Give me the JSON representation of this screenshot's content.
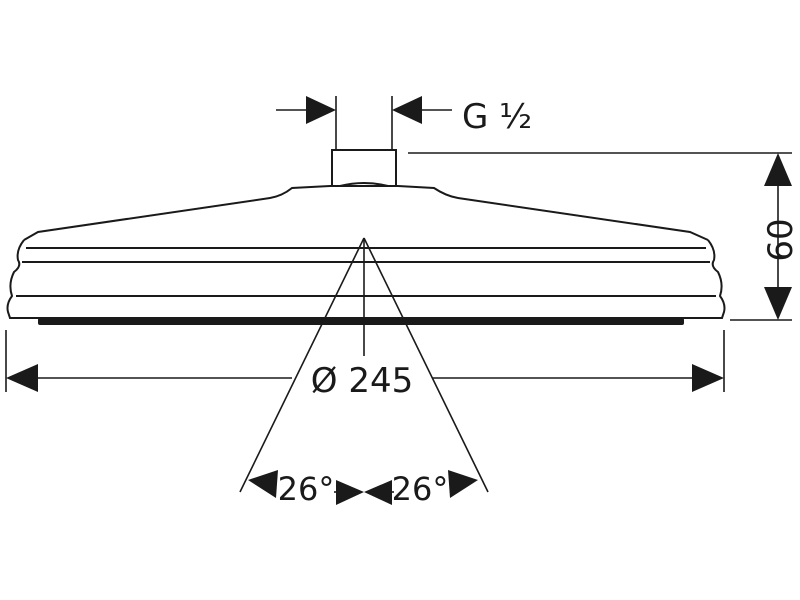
{
  "dimensions": {
    "connection_thread": "G ½",
    "overall_height": "60",
    "diameter": "Ø 245",
    "spray_angle_left": "26°",
    "spray_angle_right": "26°"
  },
  "colors": {
    "line": "#1a1a1a",
    "background": "#ffffff"
  }
}
